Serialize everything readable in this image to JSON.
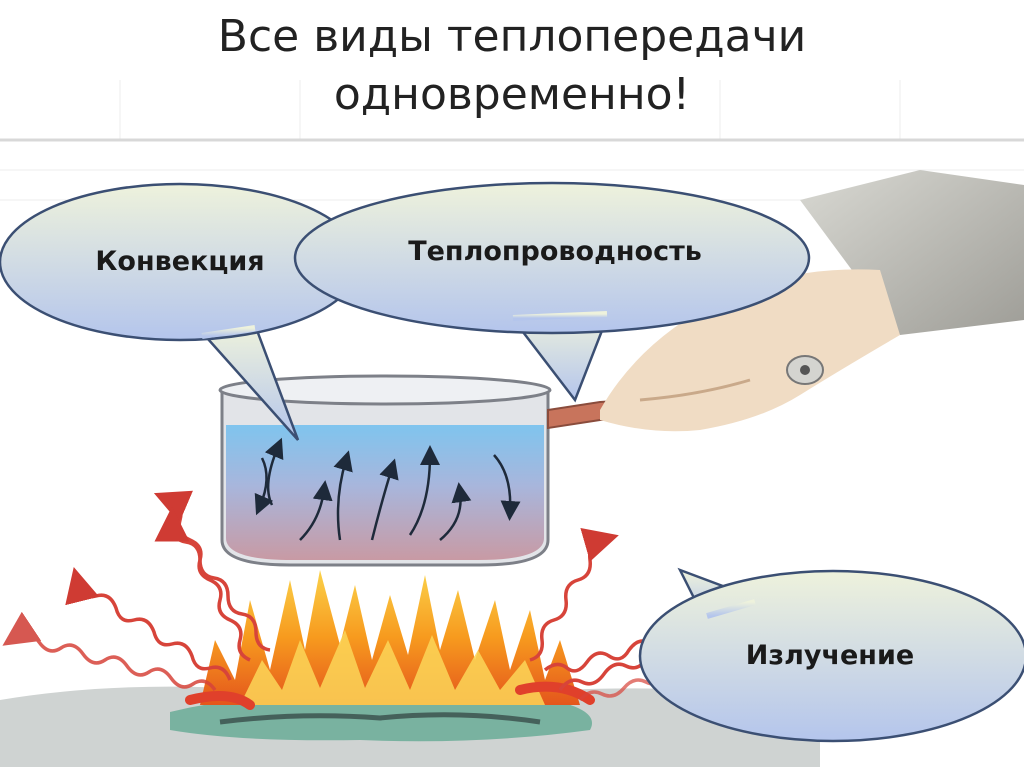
{
  "slide": {
    "title_line1": "Все виды теплопередачи",
    "title_line2": "одновременно!"
  },
  "bubbles": {
    "convection": "Конвекция",
    "conduction": "Теплопроводность",
    "radiation": "Излучение"
  },
  "colors": {
    "bubble_top": "#e9f0d9",
    "bubble_bottom": "#b9c9ec",
    "bubble_border": "#3b4f73",
    "flame": "#f6a21a",
    "wave": "#d7443a"
  },
  "icons": [
    "pot-icon",
    "flame-icon",
    "hand-icon",
    "convection-arrows-icon",
    "radiation-wave-icon"
  ]
}
